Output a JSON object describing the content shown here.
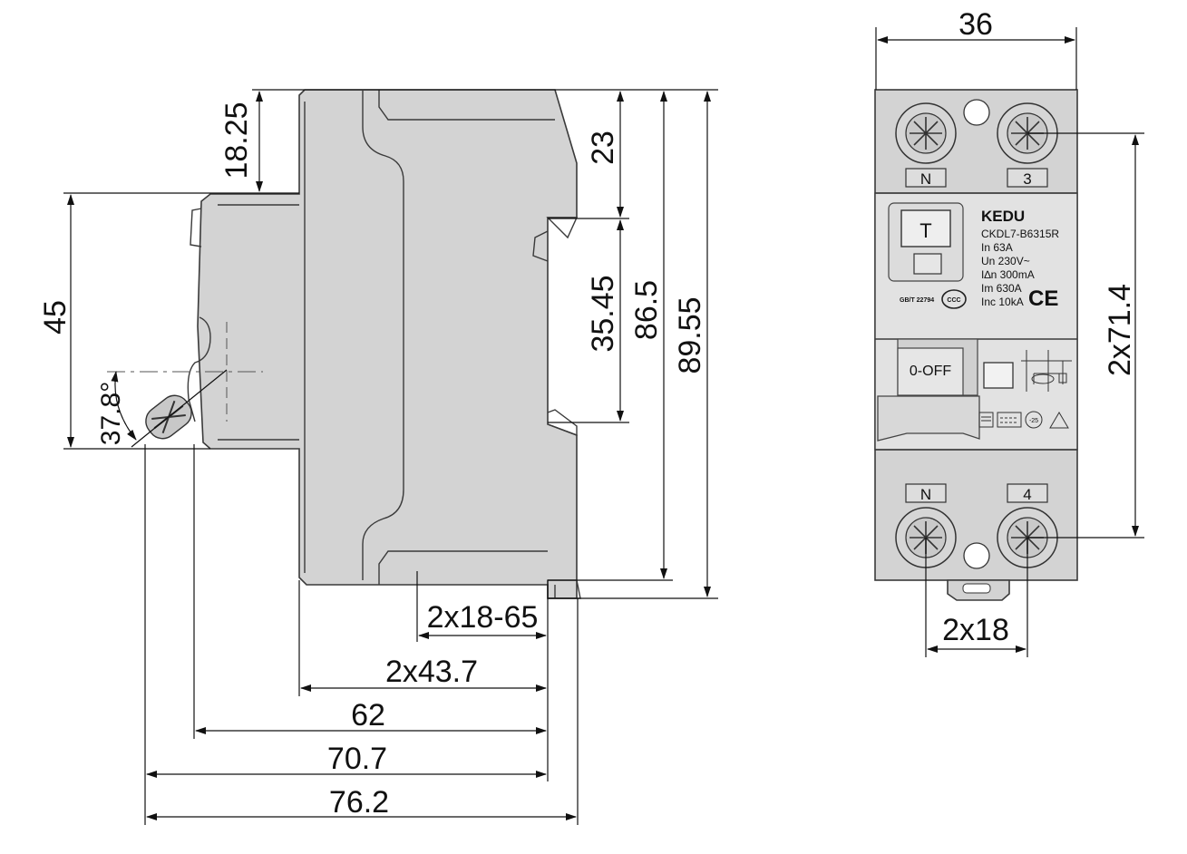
{
  "side_view": {
    "dimensions": {
      "d_18_25": "18.25",
      "d_45": "45",
      "d_37_8": "37.8°",
      "d_23": "23",
      "d_35_45": "35.45",
      "d_86_5": "86.5",
      "d_89_55": "89.55",
      "d_2x18_65": "2x18-65",
      "d_2x43_7": "2x43.7",
      "d_62": "62",
      "d_70_7": "70.7",
      "d_76_2": "76.2"
    }
  },
  "front_view": {
    "dimensions": {
      "d_36": "36",
      "d_2x71_4": "2x71.4",
      "d_2x18": "2x18"
    },
    "terminals": {
      "top_left": "N",
      "top_right": "3",
      "bottom_left": "N",
      "bottom_right": "4"
    },
    "test_button": "T",
    "switch_label": "0-OFF",
    "brand": "KEDU",
    "model": "CKDL7-B6315R",
    "specs": [
      "In 63A",
      "Un 230V~",
      "I∆n 300mA",
      "Im  630A",
      "Inc 10kA"
    ],
    "standard": "GB/T 22794",
    "ccc_mark": "CCC",
    "ce_mark": "CE",
    "temp_rating": "-25"
  }
}
